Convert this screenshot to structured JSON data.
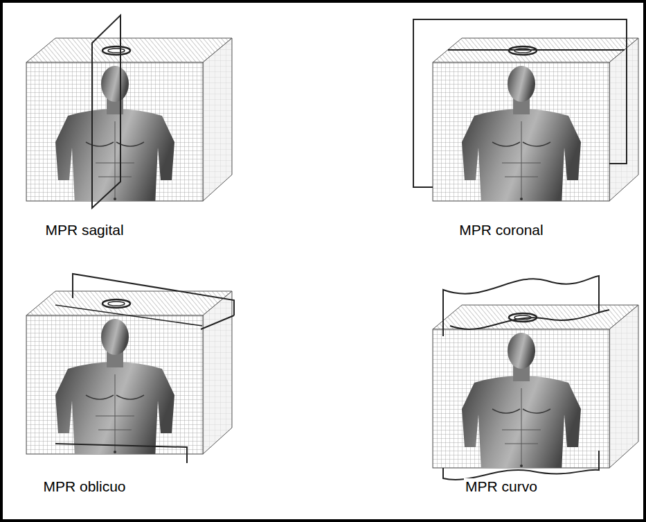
{
  "diagram": {
    "labels": [
      "MPR sagital",
      "MPR coronal",
      "MPR oblicuo",
      "MPR curvo"
    ]
  }
}
